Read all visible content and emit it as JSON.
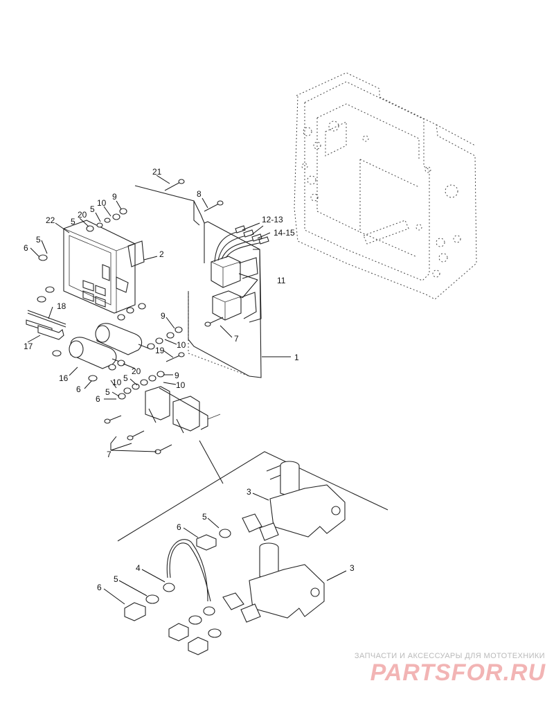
{
  "callouts": {
    "c21": "21",
    "c8": "8",
    "c9a": "9",
    "c10a": "10",
    "c5a": "5",
    "c20a": "20",
    "c22": "22",
    "c5b": "5",
    "c6a": "6",
    "c2": "2",
    "c1213": "12-13",
    "c1415": "14-15",
    "c11": "11",
    "c18": "18",
    "c17": "17",
    "c9b": "9",
    "c7a": "7",
    "c10b": "10",
    "c19": "19",
    "c1": "1",
    "c20b": "20",
    "c16": "16",
    "c6b": "6",
    "c5c": "5",
    "c9c": "9",
    "c10c": "10",
    "c10d": "10",
    "c5d": "5",
    "c6c": "6",
    "c7b": "7",
    "c3a": "3",
    "c5e": "5",
    "c6d": "6",
    "c4": "4",
    "c5f": "5",
    "c6e": "6",
    "c3b": "3"
  },
  "watermark": {
    "tagline": "ЗАПЧАСТИ И АКСЕССУАРЫ ДЛЯ МОТОТЕХНИКИ",
    "logo_text": "PARTSFOR.RU",
    "logo_color": "#f2b4b4"
  }
}
